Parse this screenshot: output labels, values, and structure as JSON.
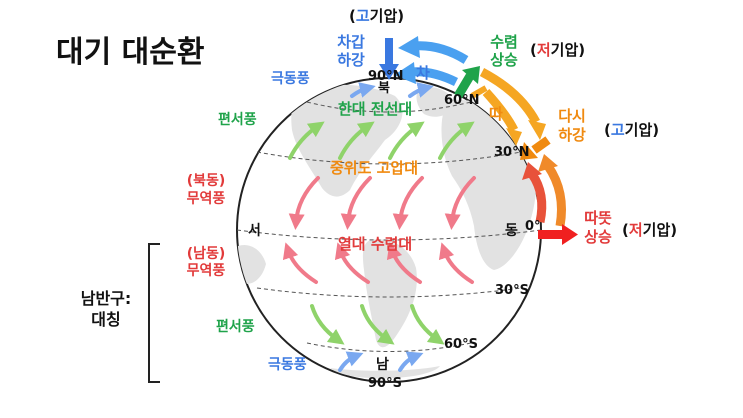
{
  "title": "대기 대순환",
  "left_labels": {
    "polar_easterly_n": "극동풍",
    "westerly_n": "편서풍",
    "trade_ne_dir": "(북동)",
    "trade_ne": "무역풍",
    "trade_se_dir": "(남동)",
    "trade_se": "무역풍",
    "westerly_s": "편서풍",
    "polar_easterly_s": "극동풍",
    "south_hemisphere": "남반구:",
    "symmetric": "대칭"
  },
  "globe": {
    "north": "북",
    "south": "남",
    "west": "서",
    "east": "동",
    "lat_90n": "90°N",
    "lat_60n": "60°N",
    "lat_30n": "30°N",
    "lat_0": "0°",
    "lat_30s": "30°S",
    "lat_60s": "60°S",
    "lat_90s": "90°S",
    "belt_subpolar": "한대 전선대",
    "belt_subtropical": "중위도 고압대",
    "belt_itcz": "열대 수렴대"
  },
  "right_labels": {
    "high_top_open": "(",
    "high_top_mark": "고",
    "high_top_rest": "기압)",
    "cold_sink_1": "차갑",
    "cold_sink_2": "하강",
    "cold": "차",
    "converge_1": "수렴",
    "converge_2": "상승",
    "low_60_open": "(",
    "low_60_mark": "저",
    "low_60_rest": "기압)",
    "warm": "따",
    "again_1": "다시",
    "again_2": "하강",
    "high_30_open": "(",
    "high_30_mark": "고",
    "high_30_rest": "기압)",
    "warm_rise_1": "따뜻",
    "warm_rise_2": "상승",
    "low_eq_open": "(",
    "low_eq_mark": "저",
    "low_eq_rest": "기압)"
  },
  "colors": {
    "polar": "#3a78e0",
    "ferrel": "#1fa34a",
    "subtropical": "#f08a10",
    "tropical": "#e23a3a"
  }
}
